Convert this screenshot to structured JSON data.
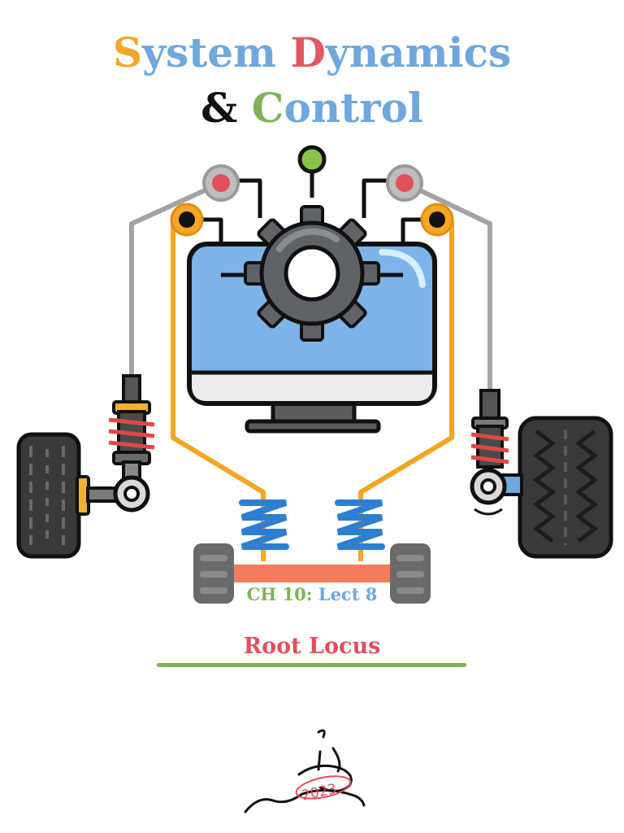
{
  "title": {
    "line1": {
      "first_initial": "S",
      "first_rest": "ystem",
      "second_initial": "D",
      "second_rest": "ynamics"
    },
    "line2": {
      "ampersand": "&",
      "initial": "C",
      "rest": "ontrol"
    }
  },
  "chapter": {
    "label": "CH 10:",
    "lecture": "Lect 8"
  },
  "topic": "Root Locus",
  "signature": {
    "year": "2023"
  },
  "colors": {
    "title_blue": "#6fa8dc",
    "title_orange": "#f4a62a",
    "title_red": "#e05a63",
    "title_green": "#7fb356",
    "topic_red": "#e0505a",
    "rule_green": "#7fb356",
    "wire_orange": "#f5a623",
    "spring_blue": "#2f7fd1"
  },
  "icons": [
    "gear-icon",
    "monitor-icon",
    "wheel-icon",
    "shock-absorber-icon",
    "coil-spring-icon",
    "axle-icon",
    "signature-mark"
  ]
}
